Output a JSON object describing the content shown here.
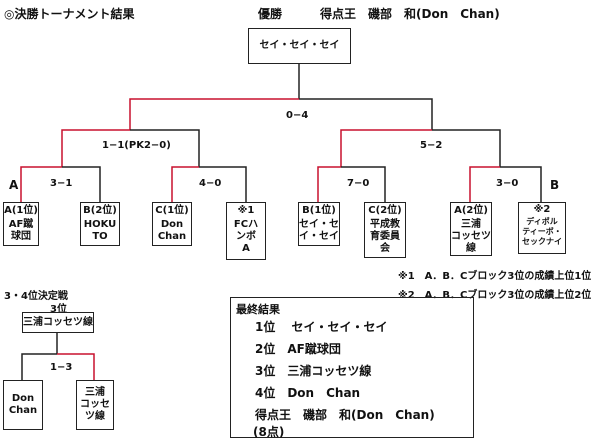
{
  "header": {
    "title": "◎決勝トーナメント結果",
    "champion_label": "優勝",
    "scorer_label": "得点王　磯部　和(Don　Chan)"
  },
  "champion_box": "セイ・セイ・セイ",
  "scores": {
    "final": "0−4",
    "semi_left": "1−1(PK2−0)",
    "semi_right": "5−2",
    "qf1": "3−1",
    "qf2": "4−0",
    "qf3": "7−0",
    "qf4": "3−0",
    "third_place": "1−3"
  },
  "side_labels": {
    "a": "A",
    "b": "B"
  },
  "teams": [
    {
      "rank": "A(1位)",
      "name": "AF蹴\n球団"
    },
    {
      "rank": "B(2位)",
      "name": "HOKU\nTO"
    },
    {
      "rank": "C(1位)",
      "name": "Don\nChan"
    },
    {
      "rank": "※1",
      "name": "FCハ\nンボ\nA"
    },
    {
      "rank": "B(1位)",
      "name": "セイ・セ\nイ・セイ"
    },
    {
      "rank": "C(2位)",
      "name": "平成教\n育委員\n会"
    },
    {
      "rank": "A(2位)",
      "name": "三浦\nコッセツ\n線"
    },
    {
      "rank": "※2",
      "name": "ディポル\nティーボ・\nセックナイ"
    }
  ],
  "notes": [
    "※1　A．B．Cブロック3位の成績上位1位",
    "※2　A．B．Cブロック3位の成績上位2位"
  ],
  "third_place": {
    "title": "3・4位決定戦",
    "rank_label": "3位",
    "winner_box": "三浦コッセツ線",
    "team_left": "Don\nChan",
    "team_right": "三浦\nコッセ\nツ線"
  },
  "final_results": {
    "title": "最終結果",
    "lines": [
      "1位　 セイ・セイ・セイ",
      "2位　AF蹴球団",
      "3位　三浦コッセツ線",
      "4位　Don　Chan",
      "得点王　磯部　和(Don　Chan)",
      "(8点)"
    ]
  },
  "colors": {
    "winner_line": "#c8102e",
    "line": "#222222"
  }
}
